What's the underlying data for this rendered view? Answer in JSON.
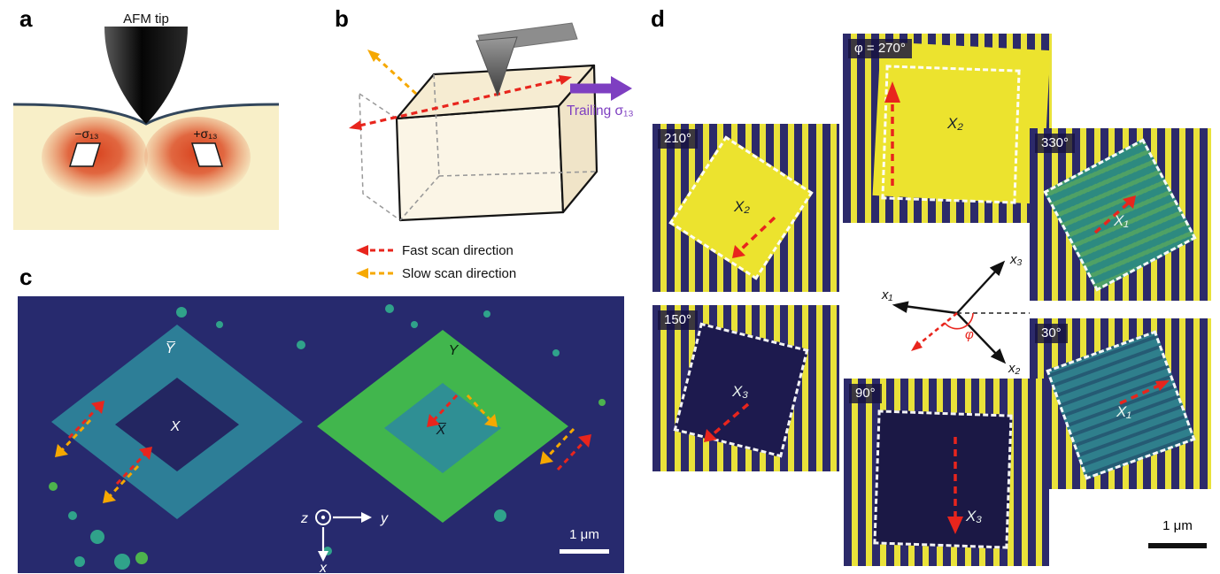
{
  "figure": {
    "panel_a": {
      "label": "a",
      "tip_label": "AFM tip",
      "neg_sigma": "−σ₁₃",
      "pos_sigma": "+σ₁₃"
    },
    "panel_b": {
      "label": "b",
      "trailing_label": "Trailing σ₁₃",
      "legend": [
        {
          "label": "Fast scan direction",
          "color": "#e8251d"
        },
        {
          "label": "Slow scan direction",
          "color": "#f6a800"
        }
      ]
    },
    "panel_c": {
      "label": "c",
      "outer_left_region": "Y̅",
      "inner_left_region": "X",
      "outer_right_region": "Y",
      "inner_right_region": "X̅",
      "axis_z": "z",
      "axis_y": "y",
      "axis_x": "x",
      "scale_bar": "1 μm"
    },
    "panel_d": {
      "label": "d",
      "images": [
        {
          "angle": "φ = 270°",
          "region": "X₂"
        },
        {
          "angle": "210°",
          "region": "X₂"
        },
        {
          "angle": "330°",
          "region": "X₁"
        },
        {
          "angle": "150°",
          "region": "X₃"
        },
        {
          "angle": "30°",
          "region": "X₁"
        },
        {
          "angle": "90°",
          "region": "X₃"
        }
      ],
      "axis_x1": "x₁",
      "axis_x2": "x₂",
      "axis_x3": "x₃",
      "angle_symbol": "φ",
      "scale_bar": "1 μm"
    },
    "colors": {
      "fast_scan_red": "#e8251d",
      "slow_scan_orange": "#f6a800",
      "trailing_purple": "#7e3fc1",
      "pfm_yellow": "#e9e23a",
      "pfm_indigo": "#2c2a6a",
      "pfm_teal": "#2f8f94",
      "pfm_green": "#41b64d",
      "lobe_red": "#dd4f28",
      "surface_cream": "#f8efc8"
    }
  }
}
